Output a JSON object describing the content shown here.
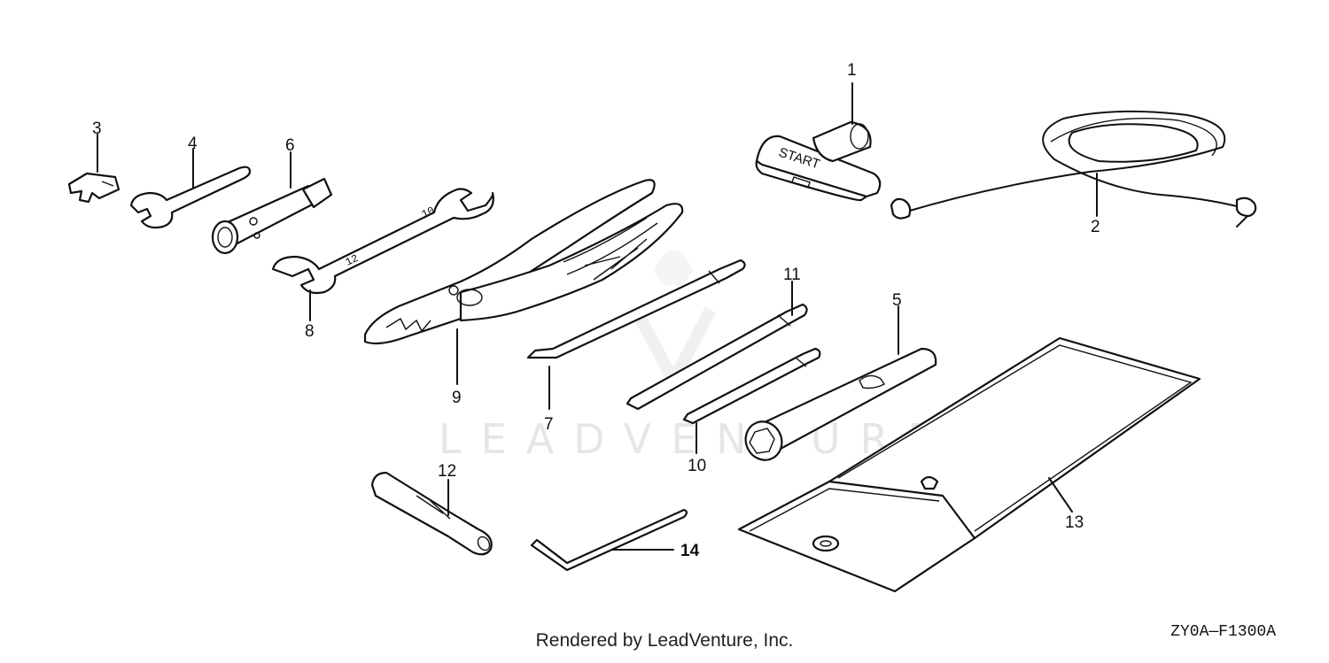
{
  "watermark": "LEADVENTURE",
  "footer": "Rendered by LeadVenture, Inc.",
  "diagram_code": "ZY0A—F1300A",
  "start_label": "START",
  "callouts": {
    "c1": "1",
    "c2": "2",
    "c3": "3",
    "c4": "4",
    "c5": "5",
    "c6": "6",
    "c7": "7",
    "c8": "8",
    "c9": "9",
    "c10": "10",
    "c11": "11",
    "c12": "12",
    "c13": "13",
    "c14": "14"
  },
  "colors": {
    "ink": "#111111",
    "watermark": "#e6e6e6",
    "background": "#ffffff"
  }
}
